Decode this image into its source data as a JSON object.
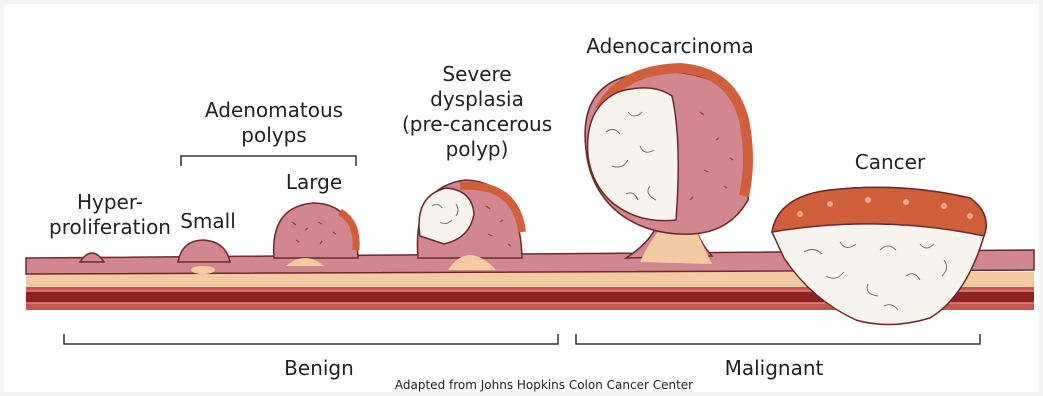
{
  "labels": {
    "hyperproliferation": [
      "Hyper-",
      "proliferation"
    ],
    "adenomatous_polyps": [
      "Adenomatous",
      "polyps"
    ],
    "small": "Small",
    "large": "Large",
    "severe_dysplasia": [
      "Severe",
      "dysplasia",
      "(pre-cancerous",
      "polyp)"
    ],
    "adenocarcinoma": "Adenocarcinoma",
    "cancer": "Cancer",
    "benign": "Benign",
    "malignant": "Malignant"
  },
  "credit": "Adapted from Johns Hopkins Colon Cancer Center",
  "colors": {
    "mucosa": "#d2868f",
    "mucosa_dark": "#a24e5c",
    "submucosa": "#f2cba3",
    "muscle_light": "#c9534f",
    "muscle_dark": "#8c2320",
    "tumor_surface": "#d0603c",
    "tumor_core": "#f7f4ee",
    "outline": "#6b2a2a"
  }
}
